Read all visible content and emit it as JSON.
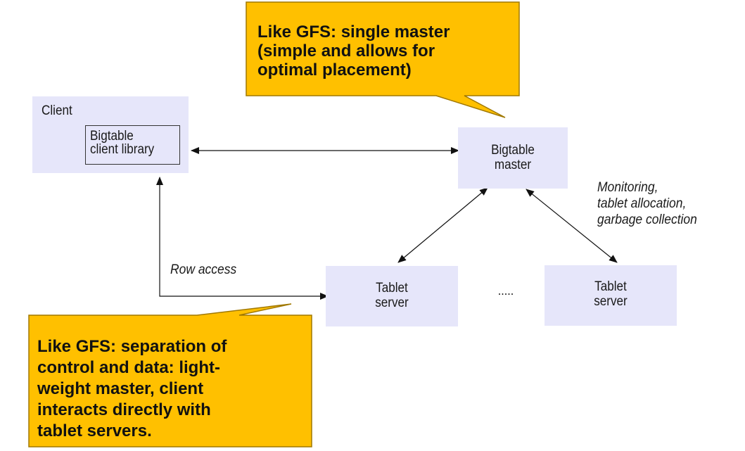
{
  "nodes": {
    "client": {
      "label": "Client"
    },
    "client_library": {
      "line1": "Bigtable",
      "line2": "client library"
    },
    "master": {
      "line1": "Bigtable",
      "line2": "master"
    },
    "tablet_server_1": {
      "line1": "Tablet",
      "line2": "server"
    },
    "tablet_server_2": {
      "line1": "Tablet",
      "line2": "server"
    }
  },
  "ellipsis": ".....",
  "edge_labels": {
    "row_access": "Row access",
    "monitoring": [
      "Monitoring,",
      "tablet allocation,",
      "garbage collection"
    ]
  },
  "callouts": {
    "top": [
      "Like GFS: single master",
      "(simple and allows for",
      "optimal placement)"
    ],
    "bottom": [
      "Like GFS: separation of",
      "control and data: light-",
      "weight master, client",
      "interacts directly with",
      "tablet servers."
    ]
  },
  "colors": {
    "node_fill": "#e6e6fa",
    "callout_fill": "#ffc000",
    "callout_border": "#a07800",
    "arrow": "#111111"
  }
}
